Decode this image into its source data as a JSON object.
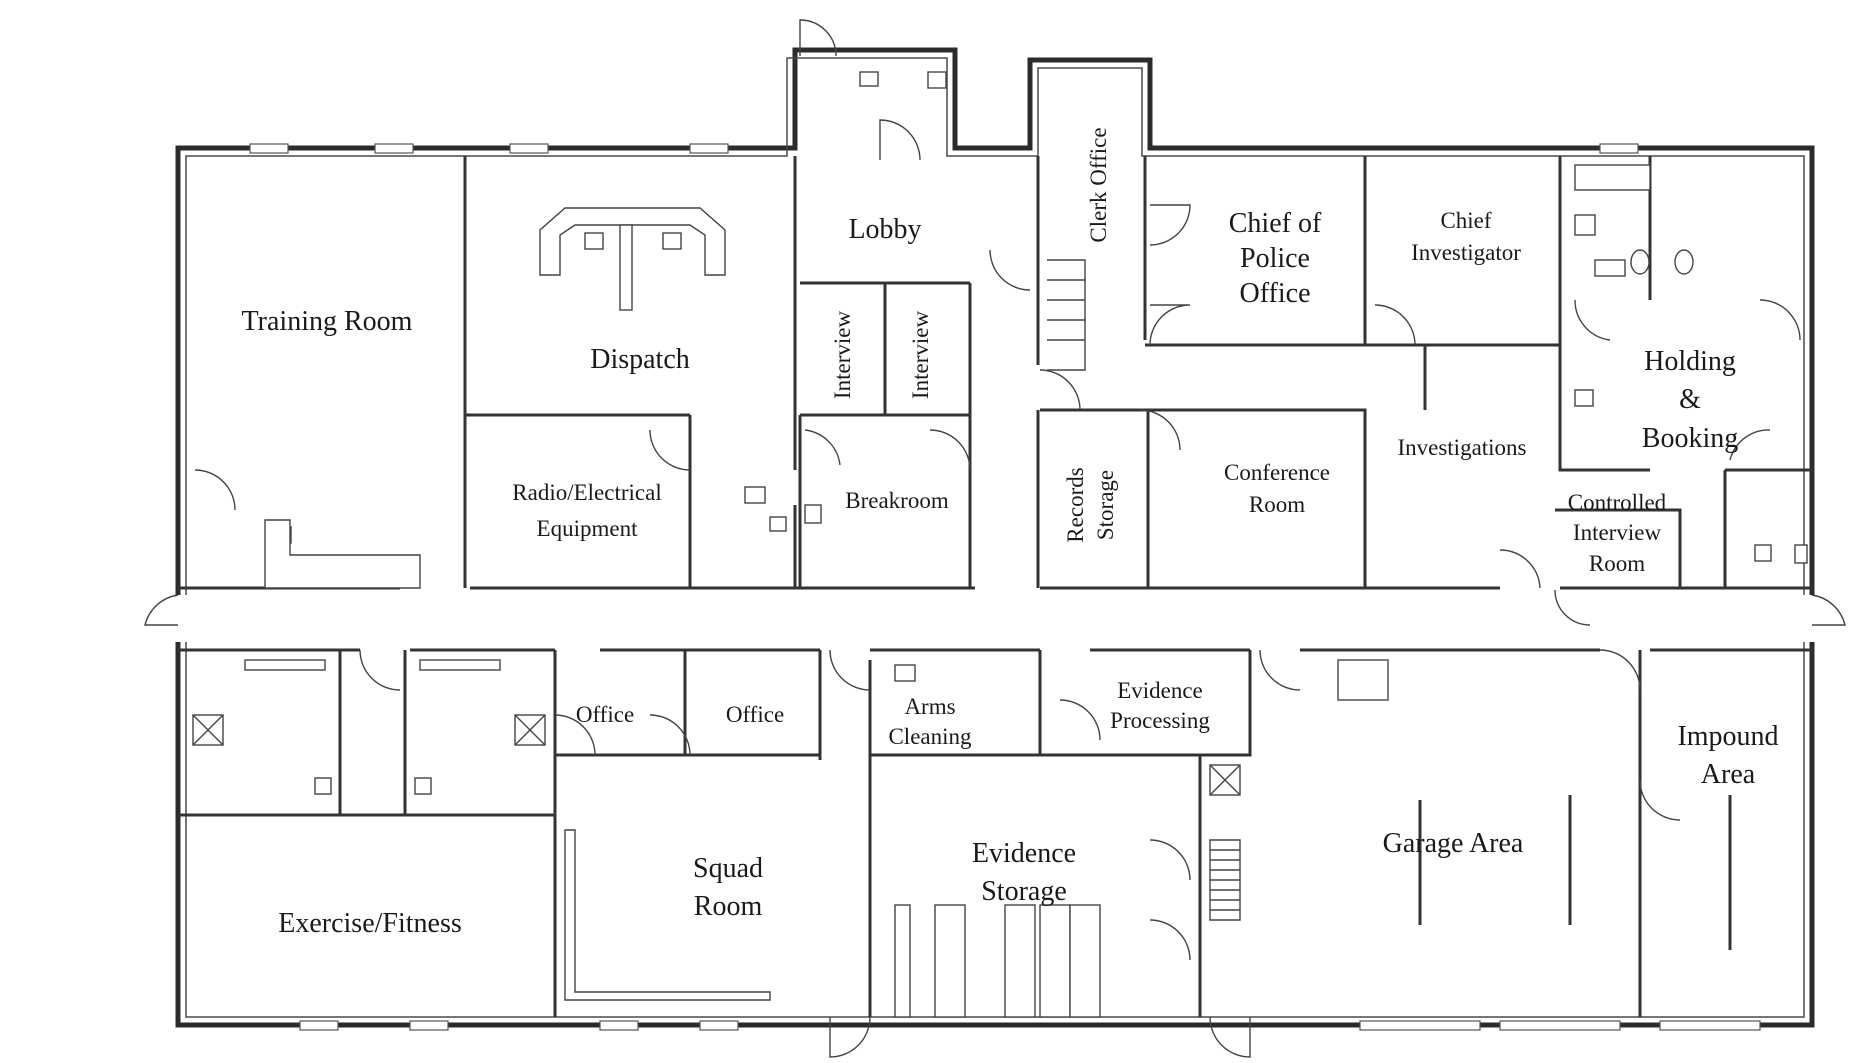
{
  "rooms": {
    "training_room": "Training Room",
    "dispatch": "Dispatch",
    "lobby": "Lobby",
    "interview_1": "Interview",
    "interview_2": "Interview",
    "clerk_office": "Clerk Office",
    "chief_of_police_1": "Chief of",
    "chief_of_police_2": "Police",
    "chief_of_police_3": "Office",
    "chief_investigator_1": "Chief",
    "chief_investigator_2": "Investigator",
    "holding_1": "Holding",
    "holding_2": "&",
    "holding_3": "Booking",
    "radio_1": "Radio/Electrical",
    "radio_2": "Equipment",
    "breakroom": "Breakroom",
    "records_1": "Records",
    "records_2": "Storage",
    "conference_1": "Conference",
    "conference_2": "Room",
    "investigations": "Investigations",
    "controlled_1": "Controlled",
    "controlled_2": "Interview",
    "controlled_3": "Room",
    "office_1": "Office",
    "office_2": "Office",
    "arms_1": "Arms",
    "arms_2": "Cleaning",
    "evidence_proc_1": "Evidence",
    "evidence_proc_2": "Processing",
    "impound_1": "Impound",
    "impound_2": "Area",
    "squad_1": "Squad",
    "squad_2": "Room",
    "evidence_storage_1": "Evidence",
    "evidence_storage_2": "Storage",
    "garage": "Garage Area",
    "exercise": "Exercise/Fitness"
  }
}
